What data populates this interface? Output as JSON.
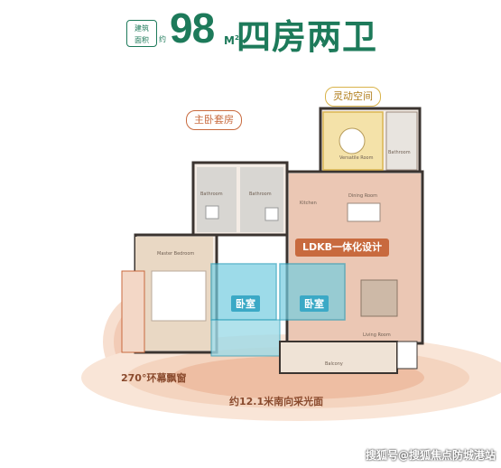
{
  "header": {
    "tag_line1": "建筑",
    "tag_line2": "面积",
    "tag_suffix": "约",
    "area_number": "98",
    "area_unit": "M",
    "area_unit_sup": "2",
    "title": "四房两卫"
  },
  "callouts": {
    "flex_space": "灵动空间",
    "master_suite": "主卧套房",
    "ldkb": "LDKB一体化设计",
    "bay_window": "270°环幕飘窗",
    "south_light": "约12.1米南向采光面"
  },
  "rooms": {
    "bedroom_a": "卧室",
    "bedroom_b": "卧室"
  },
  "plan_labels": {
    "bathroom_left": "Bathroom",
    "bathroom_mid": "Bathroom",
    "master_bedroom": "Master Bedroom",
    "kitchen": "Kitchen",
    "dining_room": "Dining Room",
    "living_room": "Living Room",
    "balcony": "Balcony",
    "versatile_room": "Versatile Room",
    "bathroom_right": "Bathroom"
  },
  "watermark": "搜狐号@搜狐焦点防城港站",
  "colors": {
    "brand_green": "#1d7a5a",
    "accent_orange": "#c86a3e",
    "accent_yellow": "#d9b34a",
    "bedroom_blue": "#5ec1d6"
  }
}
